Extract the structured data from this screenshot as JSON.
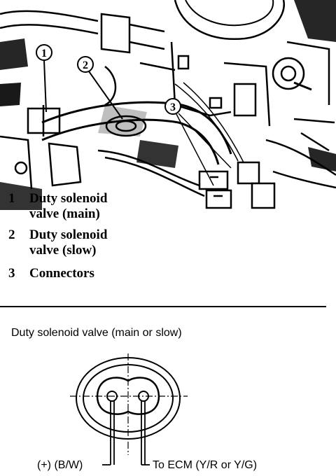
{
  "photo": {
    "callouts": [
      "1",
      "2",
      "3"
    ]
  },
  "legend": [
    {
      "num": "1",
      "lines": [
        "Duty solenoid",
        "valve (main)"
      ]
    },
    {
      "num": "2",
      "lines": [
        "Duty solenoid",
        "valve (slow)"
      ]
    },
    {
      "num": "3",
      "lines": [
        "Connectors"
      ]
    }
  ],
  "connector": {
    "title": "Duty solenoid valve (main or slow)",
    "pin_left_label": "(+) (B/W)",
    "pin_right_label": "To ECM (Y/R or Y/G)"
  }
}
